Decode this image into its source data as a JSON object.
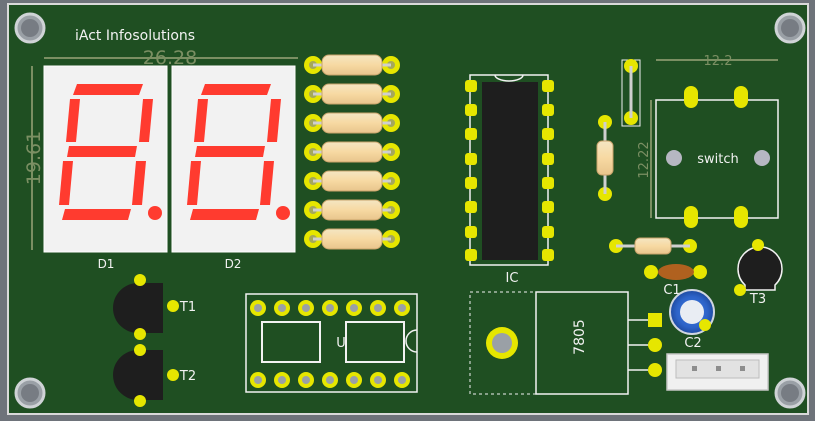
{
  "board": {
    "company": "iAct Infosolutions",
    "colors": {
      "board": "#1f4f22",
      "edge": "#d9d9d9",
      "pad": "#e6e600",
      "silk": "#f2f2f2",
      "dim": "#7b8f63",
      "segment": "#ff3b2f"
    }
  },
  "dimensions": {
    "display_width": "26.28",
    "display_height": "19.61",
    "switch_width": "12.2",
    "switch_height": "12.22"
  },
  "displays": [
    {
      "ref": "D1",
      "digit": "8."
    },
    {
      "ref": "D2",
      "digit": "8."
    }
  ],
  "transistors": [
    {
      "ref": "T1"
    },
    {
      "ref": "T2"
    },
    {
      "ref": "T3"
    }
  ],
  "chips": {
    "ic_label": "IC",
    "socket_label": "U",
    "regulator_label": "7805",
    "switch_label": "switch"
  },
  "capacitors": [
    {
      "ref": "C1"
    },
    {
      "ref": "C2"
    }
  ],
  "icons": [
    "mounting-hole-icon",
    "seven-segment-icon",
    "resistor-icon",
    "transistor-icon",
    "dip-ic-icon",
    "ic-socket-icon",
    "voltage-regulator-icon",
    "switch-icon",
    "ceramic-capacitor-icon",
    "electrolytic-capacitor-icon",
    "connector-icon"
  ]
}
